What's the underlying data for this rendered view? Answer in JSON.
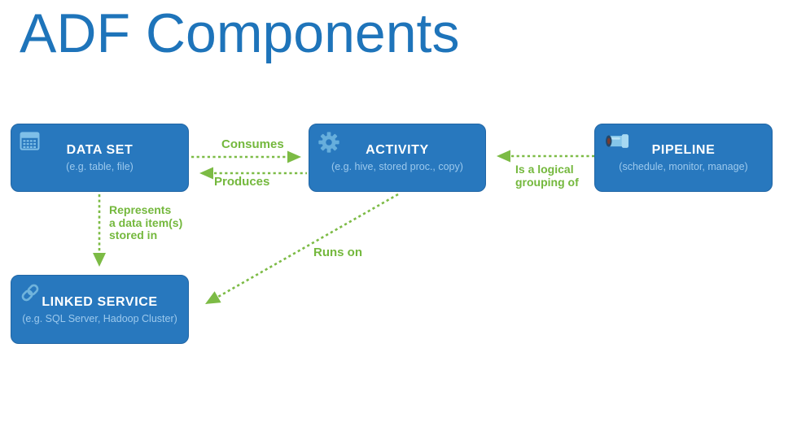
{
  "slide": {
    "title": "ADF Components"
  },
  "colors": {
    "title_blue": "#1E74BA",
    "box_blue": "#2878BE",
    "box_border": "#2166A5",
    "box_subtitle_blue": "#9CC9ED",
    "arrow_green": "#7CBB45",
    "label_green": "#74B83D"
  },
  "nodes": {
    "dataset": {
      "title": "DATA SET",
      "subtitle": "(e.g. table, file)",
      "icon": "table-grid-icon"
    },
    "activity": {
      "title": "ACTIVITY",
      "subtitle": "(e.g. hive, stored proc., copy)",
      "icon": "gear-icon"
    },
    "pipeline": {
      "title": "PIPELINE",
      "subtitle": "(schedule, monitor, manage)",
      "icon": "pipe-icon"
    },
    "linked_service": {
      "title": "LINKED SERVICE",
      "subtitle": "(e.g. SQL Server, Hadoop Cluster)",
      "icon": "chain-link-icon"
    }
  },
  "edges": {
    "consumes": {
      "label": "Consumes",
      "from": "dataset",
      "to": "activity"
    },
    "produces": {
      "label": "Produces",
      "from": "activity",
      "to": "dataset"
    },
    "grouping": {
      "label_line1": "Is a logical",
      "label_line2": "grouping of",
      "from": "pipeline",
      "to": "activity"
    },
    "represents": {
      "label_line1": "Represents",
      "label_line2": "a data item(s)",
      "label_line3": "stored in",
      "from": "dataset",
      "to": "linked_service"
    },
    "runs_on": {
      "label": "Runs on",
      "from": "activity",
      "to": "linked_service"
    }
  }
}
